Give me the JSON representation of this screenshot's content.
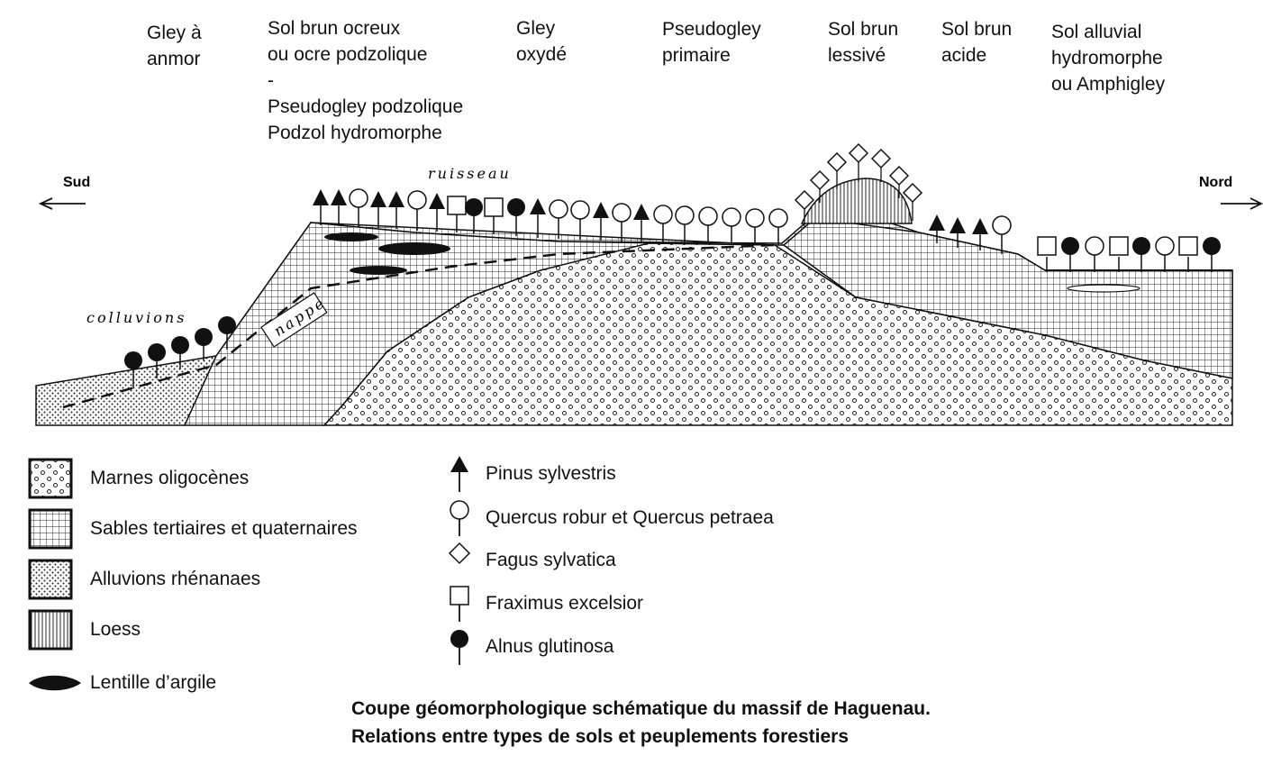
{
  "soil_types": [
    {
      "id": "gley-anmor",
      "text": "Gley à\nanmor"
    },
    {
      "id": "sol-brun-ocreux",
      "text": "Sol brun ocreux\nou ocre podzolique\n-\nPseudogley podzolique\nPodzol hydromorphe"
    },
    {
      "id": "gley-oxyde",
      "text": "Gley\noxydé"
    },
    {
      "id": "pseudogley-primaire",
      "text": "Pseudogley\nprimaire"
    },
    {
      "id": "sol-brun-lessive",
      "text": "Sol brun\nlessivé"
    },
    {
      "id": "sol-brun-acide",
      "text": "Sol brun\nacide"
    },
    {
      "id": "sol-alluvial",
      "text": "Sol alluvial\nhydromorphe\nou Amphigley"
    }
  ],
  "section": {
    "south_label": "Sud",
    "north_label": "Nord",
    "ruisseau_label": "ruisseau",
    "colluvions_label": "colluvions",
    "nappe_label": "nappe"
  },
  "legend_layers": [
    {
      "pattern": "circles",
      "label": "Marnes oligocènes"
    },
    {
      "pattern": "grid",
      "label": "Sables tertiaires et quaternaires"
    },
    {
      "pattern": "dots",
      "label": "Alluvions rhénanaes"
    },
    {
      "pattern": "vlines",
      "label": "Loess"
    },
    {
      "pattern": "lens",
      "label": "Lentille d’argile"
    }
  ],
  "legend_trees": [
    {
      "symbol": "triangle",
      "label": "Pinus sylvestris"
    },
    {
      "symbol": "circle",
      "label": "Quercus robur et Quercus petraea"
    },
    {
      "symbol": "diamond",
      "label": "Fagus sylvatica"
    },
    {
      "symbol": "square",
      "label": "Fraximus excelsior"
    },
    {
      "symbol": "filled-circle",
      "label": "Alnus glutinosa"
    }
  ],
  "caption": {
    "line1": "Coupe géomorphologique schématique du massif de Haguenau.",
    "line2": "Relations entre types de sols et peuplements forestiers"
  },
  "colors": {
    "ink": "#111111",
    "background": "#ffffff"
  }
}
